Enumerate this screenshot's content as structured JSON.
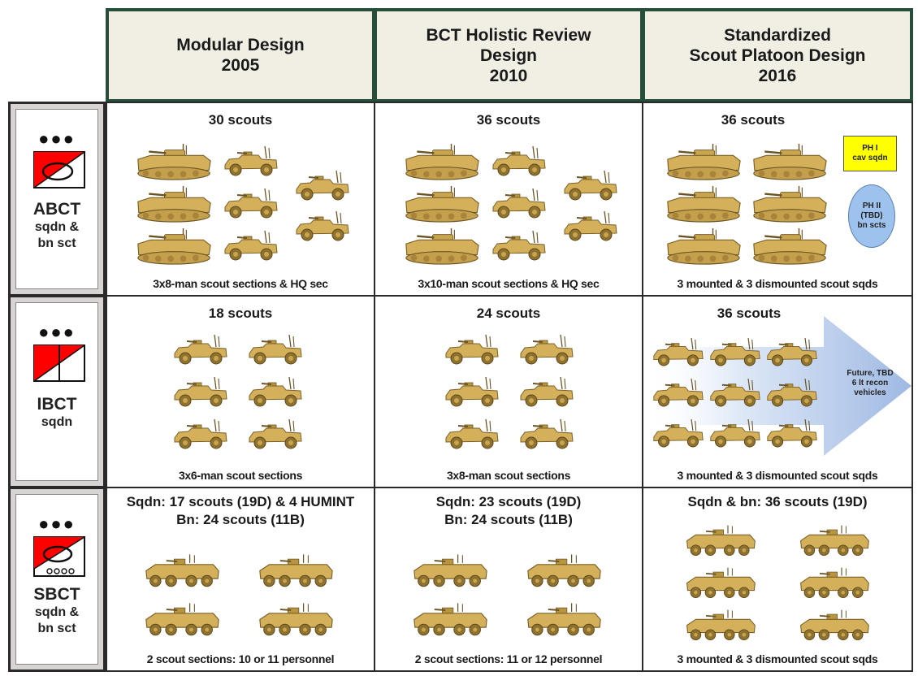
{
  "columns": [
    {
      "title": "Modular Design\n2005"
    },
    {
      "title": "BCT Holistic Review\nDesign\n2010"
    },
    {
      "title": "Standardized\nScout Platoon Design\n2016"
    }
  ],
  "rows": [
    {
      "label": {
        "dots": "●●●",
        "name": "ABCT",
        "sub1": "sqdn &",
        "sub2": "bn sct",
        "symbol": "abct-symbol-icon"
      },
      "cells": [
        {
          "title": "30 scouts",
          "footer": "3x8-man scout sections & HQ sec"
        },
        {
          "title": "36 scouts",
          "footer": "3x10-man scout sections & HQ sec"
        },
        {
          "title": "36 scouts",
          "footer": "3 mounted & 3 dismounted scout sqds",
          "note_yellow": "PH I\ncav sqdn",
          "note_blue": "PH II\n(TBD)\nbn scts"
        }
      ]
    },
    {
      "label": {
        "dots": "●●●",
        "name": "IBCT",
        "sub1": "sqdn",
        "sub2": "",
        "symbol": "ibct-symbol-icon"
      },
      "cells": [
        {
          "title": "18 scouts",
          "footer": "3x6-man scout sections"
        },
        {
          "title": "24 scouts",
          "footer": "3x8-man scout sections"
        },
        {
          "title": "36 scouts",
          "footer": "3 mounted & 3 dismounted scout sqds",
          "arrow_text": "Future, TBD\n6 lt recon\nvehicles"
        }
      ]
    },
    {
      "label": {
        "dots": "●●●",
        "name": "SBCT",
        "sub1": "sqdn &",
        "sub2": "bn sct",
        "symbol": "sbct-symbol-icon"
      },
      "cells": [
        {
          "title": "Sqdn: 17 scouts (19D) & 4 HUMINT\nBn: 24 scouts (11B)",
          "footer": "2 scout sections: 10 or 11 personnel"
        },
        {
          "title": "Sqdn: 23 scouts (19D)\nBn: 24 scouts (11B)",
          "footer": "2 scout sections: 11 or 12 personnel"
        },
        {
          "title": "Sqdn & bn: 36 scouts (19D)",
          "footer": "3 mounted & 3 dismounted scout sqds"
        }
      ]
    }
  ],
  "colors": {
    "vehicle": "#d4b05a",
    "vehicle_dark": "#8a6d2a",
    "header_border": "#274e3a",
    "header_bg": "#f1efe4",
    "symbol_red": "#ff0000",
    "note_yellow": "#ffff00",
    "note_blue": "#9ec2ee"
  }
}
